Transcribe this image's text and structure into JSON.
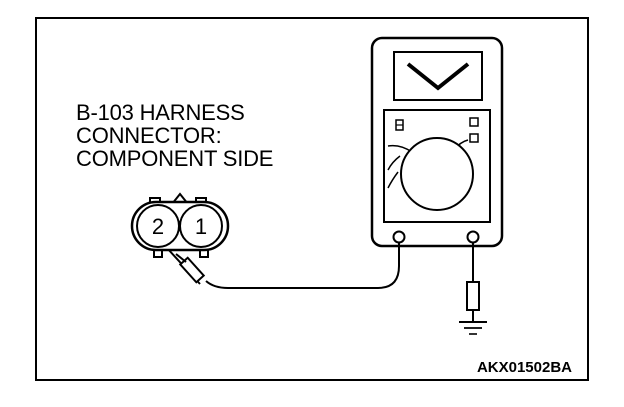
{
  "connector_label": {
    "line1": "B-103 HARNESS",
    "line2": "CONNECTOR:",
    "line3": "COMPONENT SIDE"
  },
  "connector": {
    "pin_left": "2",
    "pin_right": "1"
  },
  "figure_code": "AKX01502BA"
}
